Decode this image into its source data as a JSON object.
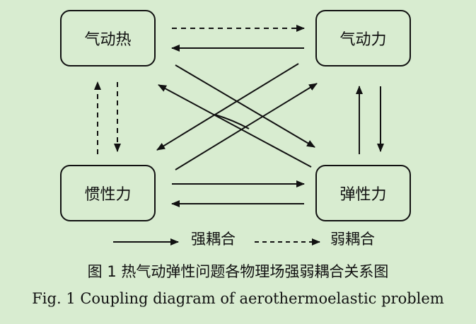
{
  "nodes": {
    "aeroheat": "气动热",
    "aeroforce": "气动力",
    "inertial": "惯性力",
    "elastic": "弹性力"
  },
  "legend": {
    "strong": "强耦合",
    "weak": "弱耦合"
  },
  "caption": {
    "cn": "图 1  热气动弹性问题各物理场强弱耦合关系图",
    "en": "Fig. 1  Coupling diagram of aerothermoelastic problem"
  }
}
